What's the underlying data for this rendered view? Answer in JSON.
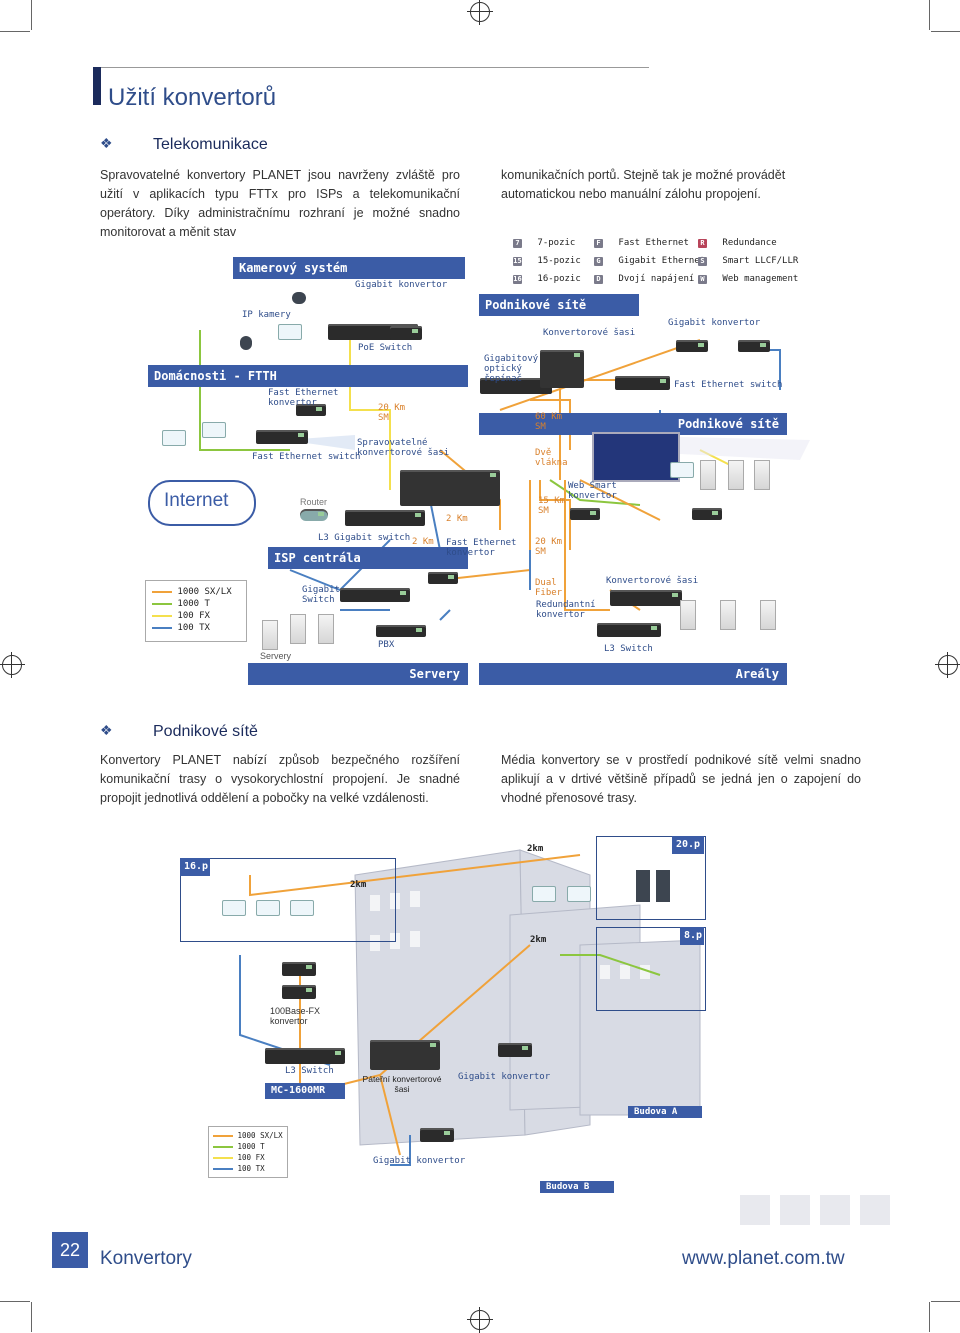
{
  "header": {
    "title": "Užití konvertorů"
  },
  "section1": {
    "heading": "Telekomunikace",
    "col1": "Spravovatelné konvertory PLANET jsou navrženy zvláště pro užití v aplikacích typu FTTx pro ISPs a telekomunikační operátory. Díky administračnímu rozhraní je možné snadno monitorovat a měnit stav",
    "col2": "komunikačních portů. Stejně tak je možné provádět automatickou nebo manuální zálohu propojení."
  },
  "legend_top": [
    {
      "code": "7",
      "label": "7-pozic"
    },
    {
      "code": "15",
      "label": "15-pozic"
    },
    {
      "code": "16",
      "label": "16-pozic"
    },
    {
      "code": "F",
      "label": "Fast Ethernet"
    },
    {
      "code": "G",
      "label": "Gigabit Ethernet"
    },
    {
      "code": "D",
      "label": "Dvojí napájení"
    },
    {
      "code": "R",
      "label": "Redundance"
    },
    {
      "code": "S",
      "label": "Smart LLCF/LLR"
    },
    {
      "code": "W",
      "label": "Web management"
    }
  ],
  "diagram1": {
    "camera_band": "Kamerový systém",
    "ip_cameras": "IP kamery",
    "gigabit_converter": "Gigabit konvertor",
    "poe_switch": "PoE Switch",
    "home_band": "Domácnosti - FTTH",
    "fe_converter": "Fast Ethernet konvertor",
    "km20_sm": "20 Km SM",
    "fe_switch": "Fast Ethernet switch",
    "managed_chassis": "Spravovatelné konvertorové šasi",
    "internet": "Internet",
    "router": "Router",
    "l3_gigabit_switch": "L3 Gigabit switch",
    "km2_a": "2 Km",
    "km2_b": "2 Km",
    "isp_band": "ISP centrála",
    "fe_converter2": "Fast Ethernet konvertor",
    "business_band1": "Podnikové sítě",
    "gigabit_optical": "Gigabitový optický řepínač",
    "converter_chassis": "Konvertorové šasi",
    "gigabit_converter2": "Gigabit konvertor",
    "fe_switch2": "Fast Ethernet switch",
    "km60_sm": "60 Km SM",
    "business_band2": "Podnikové sítě",
    "two_fibers": "Dvě vlákna",
    "km15_sm": "15 Km SM",
    "web_smart": "Web Smart konvertor",
    "km20_sm2": "20 Km SM",
    "dual_fiber": "Dual Fiber",
    "redundant": "Redundantní konvertor",
    "converter_chassis2": "Konvertorové šasi",
    "l3_switch": "L3 Switch",
    "gigabit_switch": "Gigabit Switch",
    "servers_small": "Servery",
    "pbx": "PBX",
    "servers_band": "Servery",
    "campus_band": "Areály",
    "legend": [
      "1000 SX/LX",
      "1000 T",
      "100 FX",
      "100 TX"
    ]
  },
  "section2": {
    "heading": "Podnikové sítě",
    "col1": "Konvertory PLANET nabízí způsob bezpečného rozšíření komunikační trasy o vysokorychlostní propojení. Je snadné propojit jednotlivá oddělení a pobočky na velké vzdálenosti.",
    "col2": "Média konvertory se v prostředí podnikové sítě velmi snadno aplikují a v drtivé většině případů se jedná jen o zapojení do vhodné přenosové trasy."
  },
  "diagram2": {
    "floor16": "16.p",
    "floor20": "20.p",
    "floor8": "8.p",
    "km2_a": "2km",
    "km2_b": "2km",
    "km2_c": "2km",
    "fx_converter": "100Base-FX konvertor",
    "l3_switch": "L3 Switch",
    "mc": "MC-1600MR",
    "backbone": "Páteřní konvertorové šasi",
    "gigabit_converter_a": "Gigabit konvertor",
    "gigabit_converter_b": "Gigabit konvertor",
    "building_a": "Budova A",
    "building_b": "Budova B",
    "legend": [
      "1000 SX/LX",
      "1000 T",
      "100 FX",
      "100 TX"
    ]
  },
  "footer": {
    "page": "22",
    "label": "Konvertory",
    "url": "www.planet.com.tw"
  },
  "colors": {
    "brand": "#3b5ca6",
    "accent": "#d9812c",
    "orange": "#f0a23a",
    "green": "#8cc63f",
    "yellow": "#f4e04d",
    "blue": "#4a7fc1"
  }
}
